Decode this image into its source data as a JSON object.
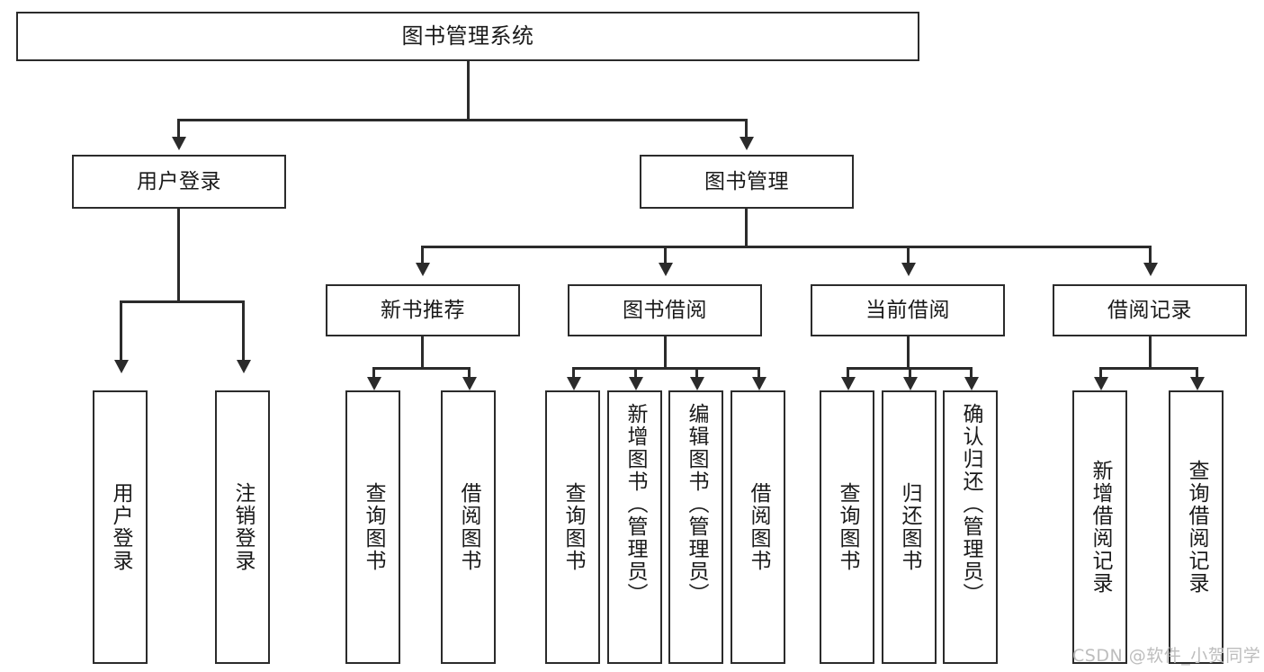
{
  "diagram": {
    "type": "tree",
    "title": "图书管理系统",
    "root": {
      "label": "图书管理系统"
    },
    "level2": [
      {
        "label": "用户登录"
      },
      {
        "label": "图书管理"
      }
    ],
    "level3": [
      {
        "label": "新书推荐"
      },
      {
        "label": "图书借阅"
      },
      {
        "label": "当前借阅"
      },
      {
        "label": "借阅记录"
      }
    ],
    "leaves_user_login": [
      {
        "label": "用户登录"
      },
      {
        "label": "注销登录"
      }
    ],
    "leaves_new_book": [
      {
        "label": "查询图书"
      },
      {
        "label": "借阅图书"
      }
    ],
    "leaves_borrow": [
      {
        "label": "查询图书"
      },
      {
        "label": "新增图书（管理员）"
      },
      {
        "label": "编辑图书（管理员）"
      },
      {
        "label": "借阅图书"
      }
    ],
    "leaves_current": [
      {
        "label": "查询图书"
      },
      {
        "label": "归还图书"
      },
      {
        "label": "确认归还（管理员）"
      }
    ],
    "leaves_records": [
      {
        "label": "新增借阅记录"
      },
      {
        "label": "查询借阅记录"
      }
    ]
  },
  "watermark": {
    "text": "CSDN @软件_小贺同学"
  },
  "colors": {
    "stroke": "#2b2b2b",
    "fill": "#ffffff",
    "text": "#1a1a1a",
    "watermark": "#bdbdbd"
  }
}
